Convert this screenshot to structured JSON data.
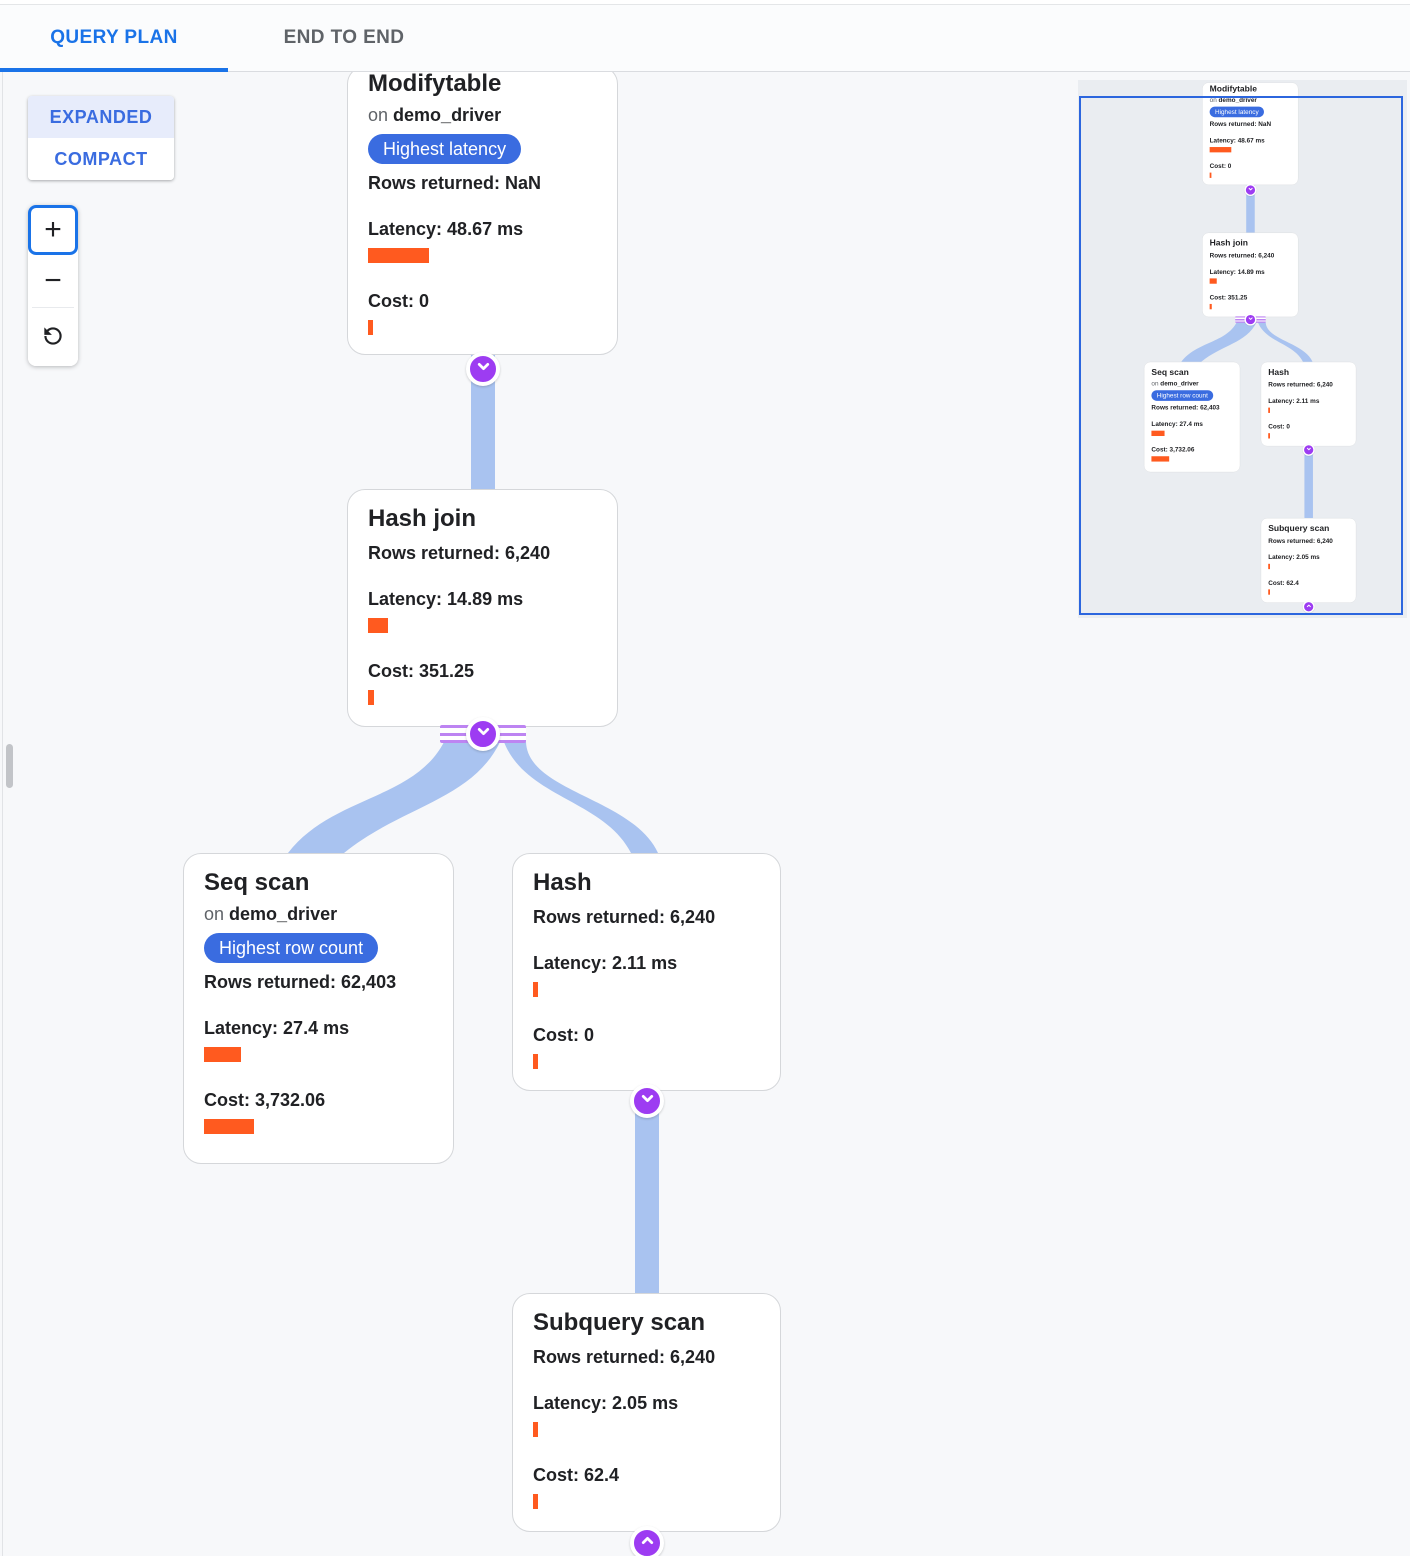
{
  "tabs": {
    "query_plan": "QUERY PLAN",
    "end_to_end": "END TO END"
  },
  "view_toggle": {
    "expanded": "EXPANDED",
    "compact": "COMPACT"
  },
  "zoom_controls": {
    "zoom_in": "+",
    "zoom_out": "−"
  },
  "icons": {
    "reset": "rotate-counterclockwise",
    "collapse": "chevron-down",
    "expand": "chevron-up"
  },
  "colors": {
    "accent_blue": "#1a73e8",
    "badge_blue": "#3a6ce0",
    "bar_orange": "#ff5a1f",
    "link_blue": "#a9c3f0",
    "connector_purple": "#9d3cf2"
  },
  "nodes": [
    {
      "title": "Modifytable",
      "on": "on",
      "table": "demo_driver",
      "badge": "Highest latency",
      "rows_label": "Rows returned:",
      "rows_value": "NaN",
      "latency_label": "Latency:",
      "latency_value": "48.67 ms",
      "latency_bar": "width:61px",
      "cost_label": "Cost:",
      "cost_value": "0",
      "cost_bar": "width:5px"
    },
    {
      "title": "Hash join",
      "rows_label": "Rows returned:",
      "rows_value": "6,240",
      "latency_label": "Latency:",
      "latency_value": "14.89 ms",
      "latency_bar": "width:20px",
      "cost_label": "Cost:",
      "cost_value": "351.25",
      "cost_bar": "width:6px"
    },
    {
      "title": "Seq scan",
      "on": "on",
      "table": "demo_driver",
      "badge": "Highest row count",
      "rows_label": "Rows returned:",
      "rows_value": "62,403",
      "latency_label": "Latency:",
      "latency_value": "27.4 ms",
      "latency_bar": "width:37px",
      "cost_label": "Cost:",
      "cost_value": "3,732.06",
      "cost_bar": "width:50px"
    },
    {
      "title": "Hash",
      "rows_label": "Rows returned:",
      "rows_value": "6,240",
      "latency_label": "Latency:",
      "latency_value": "2.11 ms",
      "latency_bar": "width:5px",
      "cost_label": "Cost:",
      "cost_value": "0",
      "cost_bar": "width:5px"
    },
    {
      "title": "Subquery scan",
      "rows_label": "Rows returned:",
      "rows_value": "6,240",
      "latency_label": "Latency:",
      "latency_value": "2.05 ms",
      "latency_bar": "width:5px",
      "cost_label": "Cost:",
      "cost_value": "62.4",
      "cost_bar": "width:5px"
    }
  ]
}
